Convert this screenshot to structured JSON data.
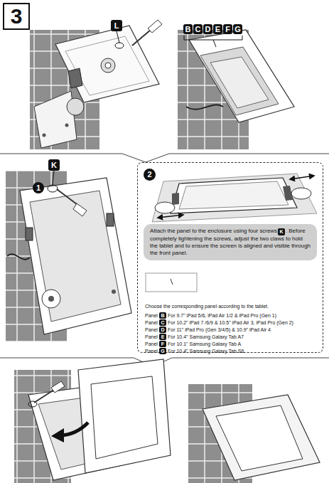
{
  "diagram": {
    "nodes": [
      {
        "text": [
          "3"
        ]
      },
      {
        "text": [
          "L"
        ]
      },
      {
        "text": [
          "B"
        ]
      },
      {
        "text": [
          "C"
        ]
      },
      {
        "text": [
          "D"
        ]
      },
      {
        "text": [
          "E"
        ]
      },
      {
        "text": [
          "F"
        ]
      },
      {
        "text": [
          "G"
        ]
      },
      {
        "text": [
          "K"
        ]
      },
      {
        "text": [
          "1"
        ]
      },
      {
        "text": [
          "Choose the corresponding panel according to the tablet.",
          "Panel",
          "For 9.7\" iPad 5/6, iPad Air 1/2 & iPad Pro (Gen 1)",
          "Panel",
          "For 10.2\" iPad 7 /6/9 & 10.5\" iPad Air 3, iPad Pro (Gen 2)",
          "Panel",
          "For 11\" iPad Pro (Gen 3/4/5) & 10.9\" iPad Air 4",
          "Panel",
          "For 10.4\" Samsung Galaxy Tab A7",
          "Panel",
          "For 10.1\" Samsung Galaxy Tab A",
          "Panel",
          "For 10.4\" Samsung Galaxy Tab S6"
        ]
      },
      {
        "text": [
          "2"
        ],
        "in": 10
      },
      {
        "text": [
          "Attach the panel to the enclosure using four screws",
          ". Before completely tightening the screws, adjust the two claws to hold the tablet and to ensure the screen is aligned and visible through the front panel."
        ],
        "in": 10
      },
      {
        "text": [
          "K"
        ],
        "in": 12
      },
      {
        "text": [
          "B"
        ],
        "in": 10
      },
      {
        "text": [
          "C"
        ],
        "in": 10
      },
      {
        "text": [
          "D"
        ],
        "in": 10
      },
      {
        "text": [
          "E"
        ],
        "in": 10
      },
      {
        "text": [
          "F"
        ],
        "in": 10
      },
      {
        "text": [
          "G"
        ],
        "in": 10
      }
    ]
  }
}
